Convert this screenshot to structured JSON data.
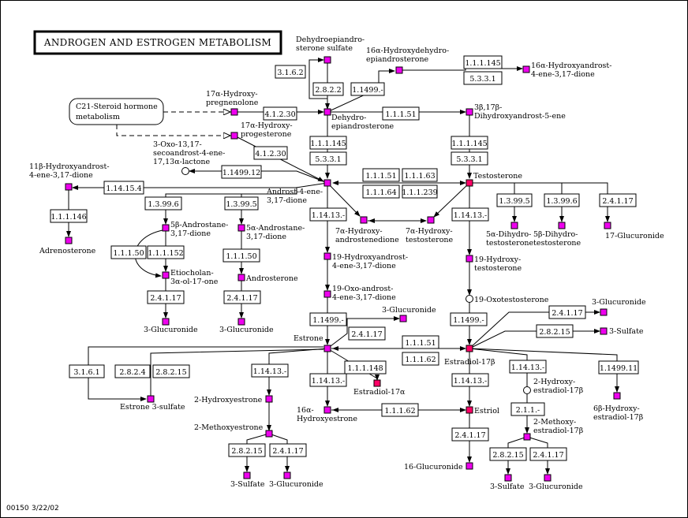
{
  "title": "ANDROGEN AND ESTROGEN METABOLISM",
  "footer": {
    "map_id": "00150",
    "date": "3/22/02"
  },
  "external_map": {
    "line1": "C21-Steroid hormone",
    "line2": "metabolism"
  },
  "compounds": {
    "dhea_sulfate": [
      "Dehydroepiandro-",
      "sterone sulfate"
    ],
    "hydroxy_dhea": [
      "16α-Hydroxydehydro-",
      "epiandrosterone"
    ],
    "hydroxy_androstenedione16": [
      "16α-Hydroxyandrost-",
      "4-ene-3,17-dione"
    ],
    "hydroxy_pregnenolone": [
      "17α-Hydroxy-",
      "pregnenolone"
    ],
    "hydroxy_progesterone": [
      "17α-Hydroxy-",
      "progesterone"
    ],
    "dhea": [
      "Dehydro-",
      "epiandrosterone"
    ],
    "androstenediol": [
      "3β,17β-",
      "Dihydroxyandrost-5-ene"
    ],
    "seco_lactone": [
      "3-Oxo-13,17-",
      "secoandrost-4-ene-",
      "17,13α-lactone"
    ],
    "hydroxyandrostenedione11": [
      "11β-Hydroxyandrost-",
      "4-ene-3,17-dione"
    ],
    "androstenedione": [
      "Androst-4-ene-",
      "3,17-dione"
    ],
    "testosterone": [
      "Testosterone"
    ],
    "adrenosterone": [
      "Adrenosterone"
    ],
    "androstanedione5b": [
      "5β-Androstane-",
      "3,17-dione"
    ],
    "androstanedione5a": [
      "5α-Androstane-",
      "3,17-dione"
    ],
    "hydroxyandrostenedione7": [
      "7α-Hydroxy-",
      "androstenedione"
    ],
    "hydroxytestosterone7": [
      "7α-Hydroxy-",
      "testosterone"
    ],
    "dihydrotestosterone5a": [
      "5α-Dihydro-",
      "testosterone"
    ],
    "dihydrotestosterone5b": [
      "5β-Dihydro-",
      "testosterone"
    ],
    "glucuronide17": [
      "17-Glucuronide"
    ],
    "etiocholanolone": [
      "Etiocholan-",
      "3α-ol-17-one"
    ],
    "androsterone": [
      "Androsterone"
    ],
    "hydroxyandrostenedione19": [
      "19-Hydroxyandrost-",
      "4-ene-3,17-dione"
    ],
    "hydroxytestosterone19": [
      "19-Hydroxy-",
      "testosterone"
    ],
    "oxoandrostenedione19": [
      "19-Oxo-androst-",
      "4-ene-3,17-dione"
    ],
    "oxotestosterone19": [
      "19-Oxotestosterone"
    ],
    "glucuronide3_a": [
      "3-Glucuronide"
    ],
    "glucuronide3_b": [
      "3-Glucuronide"
    ],
    "glucuronide3_c": [
      "3-Glucuronide"
    ],
    "glucuronide3_d": [
      "3-Glucuronide"
    ],
    "sulfate3_a": [
      "3-Sulfate"
    ],
    "estrone": [
      "Estrone"
    ],
    "estradiol": [
      "Estradiol-17β"
    ],
    "estrone_sulfate": [
      "Estrone 3-sulfate"
    ],
    "hydroxyestrone2": [
      "2-Hydroxyestrone"
    ],
    "estradiol17a": [
      "Estradiol-17α"
    ],
    "hydroxyestradiol2": [
      "2-Hydroxy-",
      "estradiol-17β"
    ],
    "hydroxyestradiol6": [
      "6β-Hydroxy-",
      "estradiol-17β"
    ],
    "hydroxyestrone16": [
      "16α-",
      "Hydroxyestrone"
    ],
    "estriol": [
      "Estriol"
    ],
    "methoxyestrone2": [
      "2-Methoxyestrone"
    ],
    "methoxyestradiol2": [
      "2-Methoxy-",
      "estradiol-17β"
    ],
    "glucuronide16": [
      "16-Glucuronide"
    ],
    "sulfate3_b": [
      "3-Sulfate"
    ],
    "glucuronide3_e": [
      "3-Glucuronide"
    ],
    "sulfate3_c": [
      "3-Sulfate"
    ],
    "glucuronide3_f": [
      "3-Glucuronide"
    ]
  },
  "enzymes": {
    "e3162": "3.1.6.2",
    "e2822a": "2.8.2.2",
    "e11499a": "1.1499.-",
    "e111145a": "1.1.1.145",
    "e5331a": "5.3.3.1",
    "e41230a": "4.1.2.30",
    "e11151a": "1.1.1.51",
    "e41230b": "4.1.2.30",
    "e111145b": "1.1.1.145",
    "e5331b": "5.3.3.1",
    "e111145c": "1.1.1.145",
    "e5331c": "5.3.3.1",
    "e1149912": "1.1499.12",
    "e11151b": "1.1.1.51",
    "e11163": "1.1.1.63",
    "e11164": "1.1.1.64",
    "e111239": "1.1.1.239",
    "e114154": "1.14.15.4",
    "e13996a": "1.3.99.6",
    "e13995a": "1.3.99.5",
    "e13995b": "1.3.99.5",
    "e13996b": "1.3.99.6",
    "e24117a": "2.4.1.17",
    "e111146": "1.1.1.146",
    "e11413a": "1.14.13.-",
    "e11413b": "1.14.13.-",
    "e11150a": "1.1.1.50",
    "e111152": "1.1.1.152",
    "e11150b": "1.1.1.50",
    "e24117b": "2.4.1.17",
    "e24117c": "2.4.1.17",
    "e11499b": "1.1499.-",
    "e11499c": "1.1499.-",
    "e24117d": "2.4.1.17",
    "e24117e": "2.4.1.17",
    "e28215a": "2.8.2.15",
    "e11151c": "1.1.1.51",
    "e11162a": "1.1.1.62",
    "e3161": "3.1.6.1",
    "e2824": "2.8.2.4",
    "e28215b": "2.8.2.15",
    "e11413c": "1.14.13.-",
    "e111148": "1.1.1.148",
    "e11413d": "1.14.13.-",
    "e11413e": "1.14.13.-",
    "e11413f": "1.14.13.-",
    "e1149911": "1.1499.11",
    "e11162b": "1.1.1.62",
    "e211": "2.1.1.-",
    "e28215c": "2.8.2.15",
    "e24117f": "2.4.1.17",
    "e24117g": "2.4.1.17",
    "e28215d": "2.8.2.15",
    "e24117h": "2.4.1.17"
  },
  "colors": {
    "compound": "#ee00ee",
    "highlight": "#ff0066",
    "line": "#000000"
  }
}
